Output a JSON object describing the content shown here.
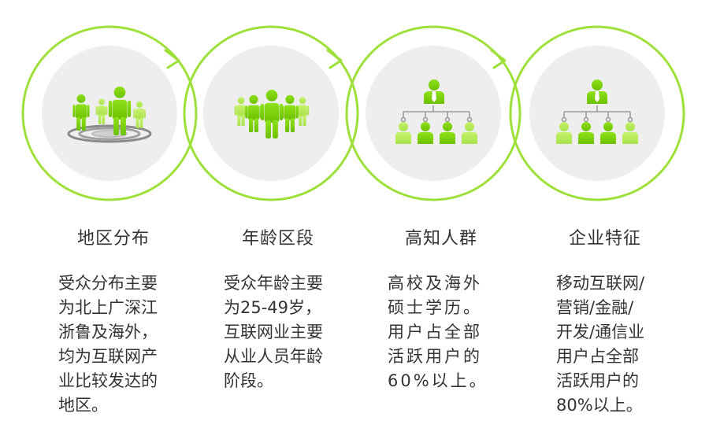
{
  "colors": {
    "ring": "#9ee03a",
    "disc": "#eeeeee",
    "person_dark": "#7fd000",
    "person_light": "#b9ee5a",
    "connector": "#9a9a9a",
    "text": "#333333"
  },
  "steps": [
    {
      "title": "地区分布",
      "icon": "people-on-target-icon",
      "desc": [
        "受众分布主要",
        "为北上广深江",
        "浙鲁及海外，",
        "均为互联网产",
        "业比较发达的",
        "地区。"
      ]
    },
    {
      "title": "年龄区段",
      "icon": "crowd-group-icon",
      "desc": [
        "受众年龄主要",
        "为25-49岁，",
        "互联网业主要",
        "从业人员年龄",
        "阶段。"
      ]
    },
    {
      "title": "高知人群",
      "icon": "hierarchy-org-chart-icon",
      "desc": [
        "高校及海外",
        "硕士学历。",
        "用户占全部",
        "活跃用户的",
        "60%以上。"
      ]
    },
    {
      "title": "企业特征",
      "icon": "enterprise-org-chart-icon",
      "desc": [
        "移动互联网/",
        "营销/金融/",
        "开发/通信业",
        "用户占全部",
        "活跃用户的",
        "80%以上。"
      ]
    }
  ]
}
